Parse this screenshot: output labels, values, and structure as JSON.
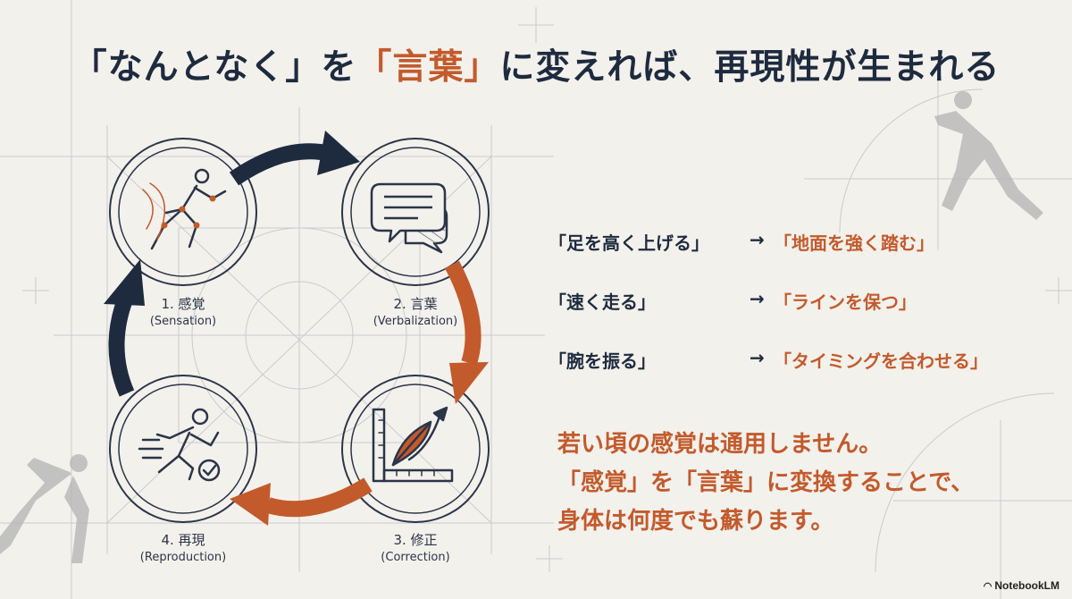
{
  "title": {
    "part1": "「なんとなく」を",
    "accent": "「言葉」",
    "part2": "に変えれば、再現性が生まれる"
  },
  "cycle": {
    "steps": [
      {
        "number": "1. 感覚",
        "english": "(Sensation)",
        "icon": "running-body-figure-icon"
      },
      {
        "number": "2. 言葉",
        "english": "(Verbalization)",
        "icon": "speech-bubbles-icon"
      },
      {
        "number": "3. 修正",
        "english": "(Correction)",
        "icon": "ruler-drafting-pen-icon"
      },
      {
        "number": "4. 再現",
        "english": "(Reproduction)",
        "icon": "sprinter-checkmark-icon"
      }
    ],
    "colors": {
      "navy": "#1e2b3f",
      "orange": "#c35a2c"
    }
  },
  "examples": [
    {
      "from": "「足を高く上げる」",
      "arrow": "→",
      "to": "「地面を強く踏む」"
    },
    {
      "from": "「速く走る」",
      "arrow": "→",
      "to": "「ラインを保つ」"
    },
    {
      "from": "「腕を振る」",
      "arrow": "→",
      "to": "「タイミングを合わせる」"
    }
  ],
  "message": {
    "lines": [
      "若い頃の感覚は通用しません。",
      "「感覚」を「言葉」に変換することで、",
      "身体は何度でも蘇ります。"
    ]
  },
  "brand": {
    "label": "NotebookLM",
    "icon": "notebooklm-logo-icon"
  }
}
